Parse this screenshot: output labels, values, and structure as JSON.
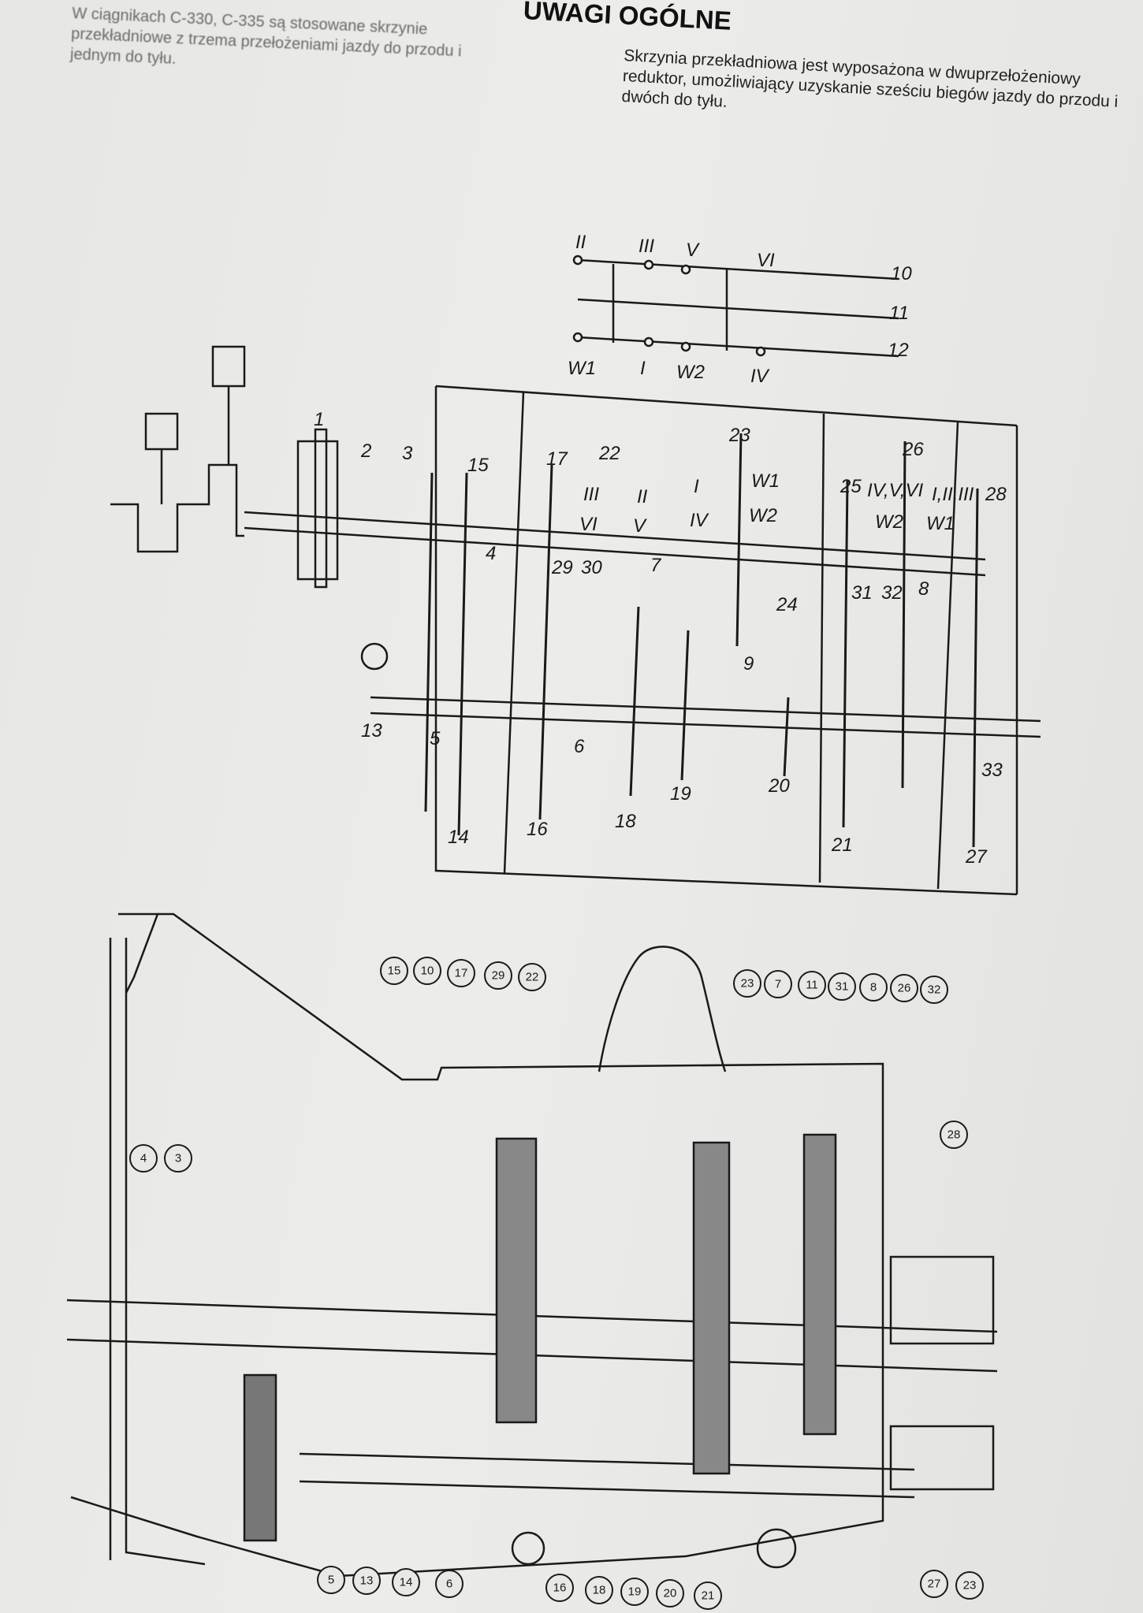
{
  "page": {
    "heading": "UWAGI OGÓLNE",
    "intro_text": "W ciągnikach C-330, C-335 są stosowane skrzynie przekładniowe z trzema przełożeniami jazdy do przodu i jednym do tyłu.",
    "right_text": "Skrzynia przekładniowa jest wyposażona w dwuprzełożeniowy reduktor, umożliwiający uzyskanie sześciu biegów jazdy do przodu i dwóch do tyłu."
  },
  "shift_diagram": {
    "labels": [
      "II",
      "III",
      "V",
      "VI",
      "10",
      "11",
      "12",
      "W1",
      "I",
      "W2",
      "IV"
    ]
  },
  "kinematic_scheme": {
    "labels": [
      "1",
      "2",
      "3",
      "15",
      "17",
      "22",
      "23",
      "W1",
      "W2",
      "26",
      "25",
      "IV,V,VI",
      "I,II,III",
      "28",
      "W2",
      "W1",
      "4",
      "29",
      "30",
      "7",
      "31",
      "32",
      "8",
      "24",
      "9",
      "13",
      "5",
      "6",
      "33",
      "14",
      "16",
      "18",
      "19",
      "20",
      "21",
      "27",
      "III",
      "VI",
      "II",
      "V",
      "I",
      "IV"
    ]
  },
  "section_drawing": {
    "callouts": [
      "15",
      "10",
      "17",
      "29",
      "22",
      "23",
      "7",
      "11",
      "31",
      "8",
      "26",
      "32",
      "28",
      "4",
      "3",
      "27",
      "23",
      "5",
      "13",
      "14",
      "6",
      "16",
      "18",
      "19",
      "20",
      "21"
    ]
  }
}
